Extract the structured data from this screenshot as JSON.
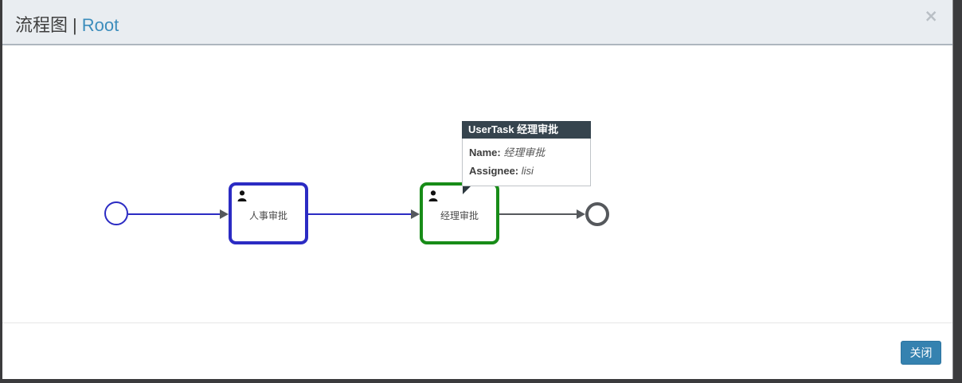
{
  "modal": {
    "title": {
      "left": "流程图",
      "separator": "|",
      "right": "Root"
    },
    "close_icon": "×",
    "footer": {
      "close_button": "关闭"
    }
  },
  "diagram": {
    "start_event": {
      "type": "start-event"
    },
    "tasks": [
      {
        "label": "人事审批",
        "type": "user-task",
        "border_color": "#2b2bc3"
      },
      {
        "label": "经理审批",
        "type": "user-task",
        "border_color": "#188c18"
      }
    ],
    "end_event": {
      "type": "end-event",
      "color": "#55585c"
    },
    "flow_colors": {
      "highlighted": "#2b2bc3",
      "default": "#55585c"
    }
  },
  "tooltip": {
    "title": "UserTask 经理审批",
    "rows": [
      {
        "label": "Name:",
        "value": "经理审批"
      },
      {
        "label": "Assignee:",
        "value": "lisi"
      }
    ]
  },
  "theme": {
    "header_bg": "#e9edf1",
    "title_link_color": "#3c8dbc",
    "button_bg": "#3582b0",
    "tooltip_header_bg": "#36444e",
    "backdrop": "#3b3b3d"
  }
}
